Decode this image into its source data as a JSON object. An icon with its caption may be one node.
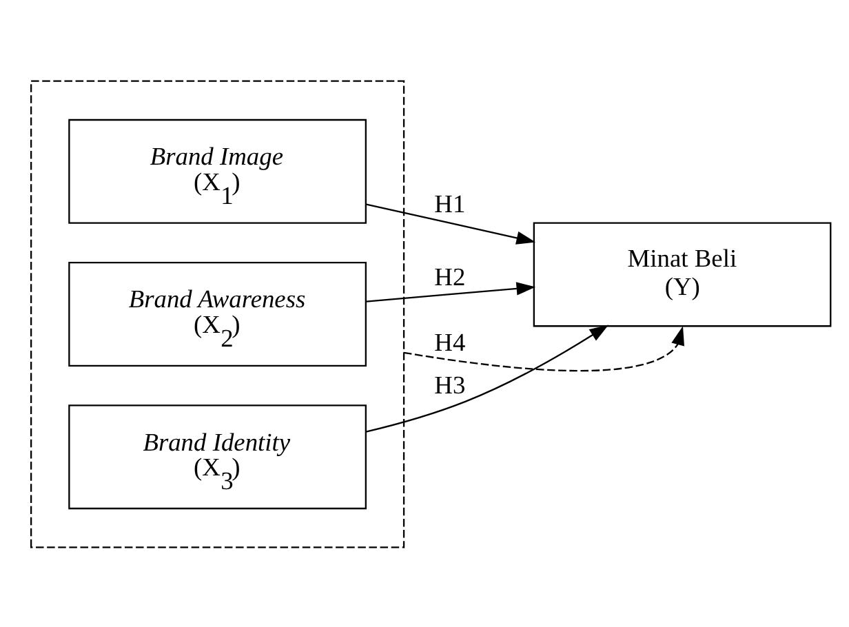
{
  "diagram": {
    "nodes": [
      {
        "text": [],
        "shape": "box"
      },
      {
        "text": [
          "Brand Image",
          "(X$_{1}$)"
        ],
        "in": 0
      },
      {
        "text": [
          "Brand Awareness",
          "(X$_{2}$)"
        ],
        "in": 0
      },
      {
        "text": [
          "Brand Identity",
          "(X$_{3}$)"
        ],
        "in": 0
      },
      {
        "text": [
          "Minat Beli",
          "(Y)"
        ]
      }
    ],
    "edges": [
      {
        "from": 1,
        "to": 4,
        "arrow": "to",
        "label": "H1"
      },
      {
        "from": 2,
        "to": 4,
        "arrow": "to",
        "label": "H2"
      },
      {
        "from": 3,
        "to": 4,
        "arrow": "to",
        "label": "H3"
      },
      {
        "from": 0,
        "to": 4,
        "arrow": "to",
        "style": "dashed",
        "label": "H4"
      }
    ]
  }
}
